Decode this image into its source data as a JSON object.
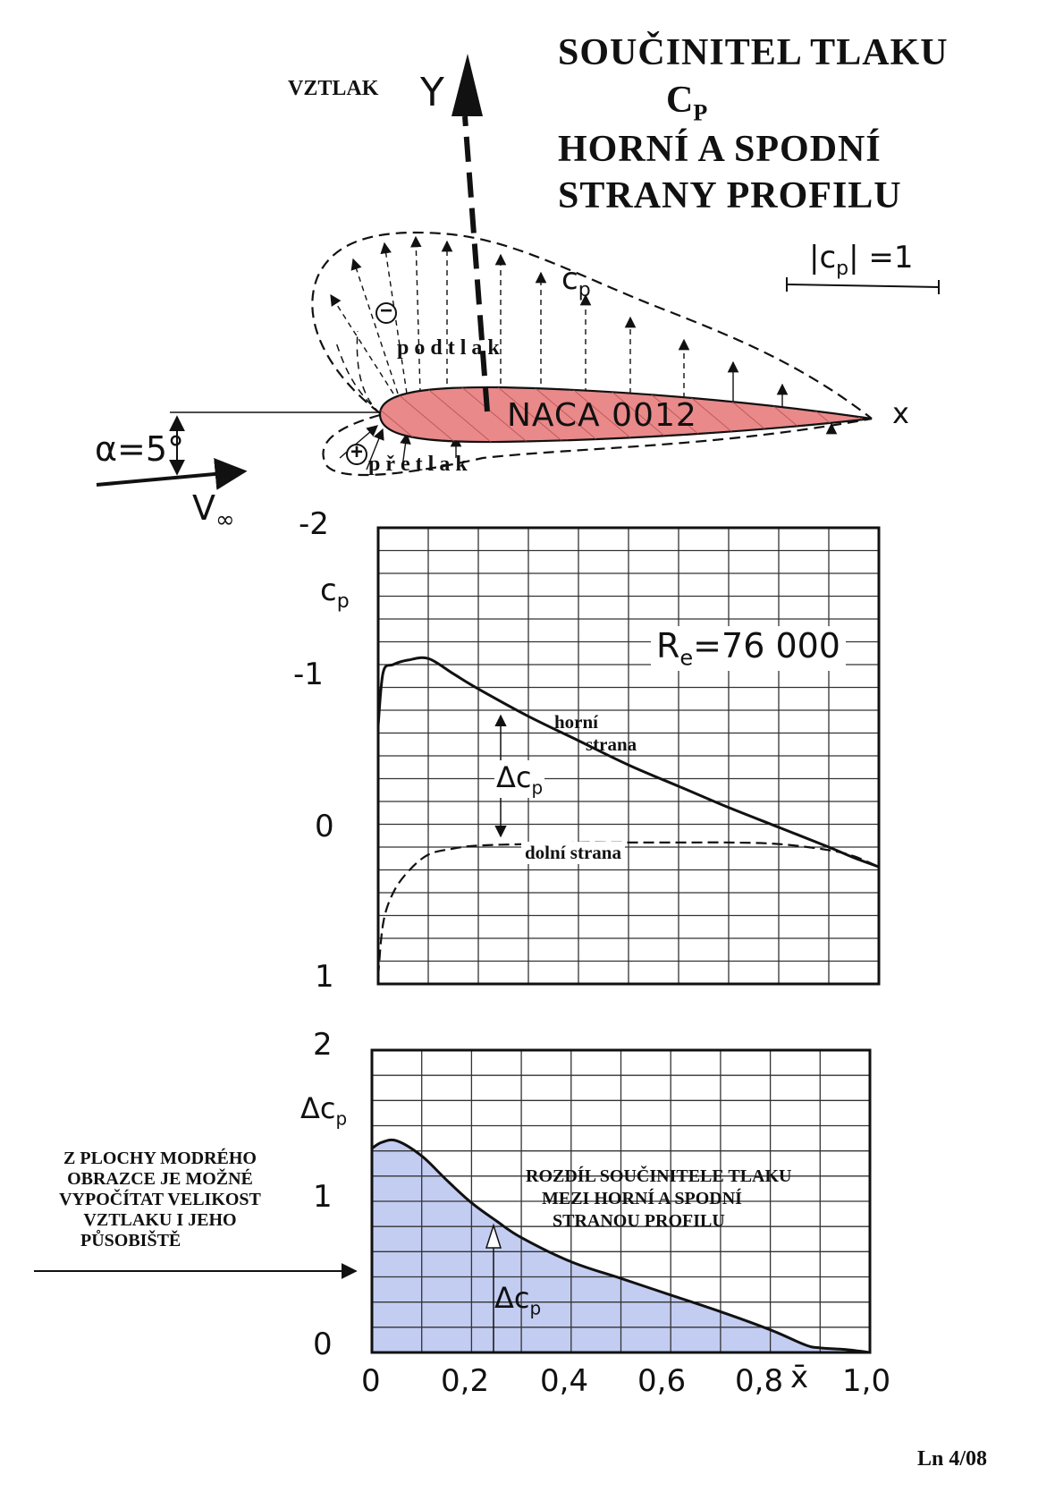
{
  "title": {
    "line1": "SOUČINITEL  TLAKU",
    "symbol": "C",
    "symbol_sub": "P",
    "line2": "HORNÍ  A  SPODNÍ",
    "line3": "STRANY  PROFILU"
  },
  "diagram": {
    "lift_label": "VZTLAK",
    "y_axis_label": "Y",
    "x_axis_label": "x",
    "cp_curve_label": "c",
    "cp_curve_sub": "p",
    "scale_label": "|c",
    "scale_sub": "p",
    "scale_suffix": "| =1",
    "minus_sign": "−",
    "plus_sign": "+",
    "suction_label": "p o d t l a k",
    "overpressure_label": "p ř e t l a k",
    "airfoil_label": "NACA 0012",
    "alpha_label": "α=5°",
    "velocity_label": "V",
    "velocity_sub": "∞",
    "colors": {
      "airfoil_fill": "#e9898a",
      "delta_fill": "#c3cdf2"
    }
  },
  "chart_data": [
    {
      "type": "line",
      "ylabel": "c",
      "ylabel_sub": "p",
      "ylim": [
        1,
        -2
      ],
      "xlim": [
        0,
        1
      ],
      "y_inverted": true,
      "yticks": [
        "-2",
        "-1",
        "0",
        "1"
      ],
      "grid": true,
      "annotation": {
        "text": "R",
        "sub": "e",
        "rest": "=76 000"
      },
      "delta_label": "Δc",
      "delta_sub": "p",
      "series": [
        {
          "name": "horní strana",
          "name_line1": "horní",
          "name_line2": "strana",
          "style": "solid",
          "x": [
            0,
            0.01,
            0.03,
            0.06,
            0.1,
            0.15,
            0.2,
            0.3,
            0.4,
            0.5,
            0.6,
            0.7,
            0.8,
            0.9,
            0.95,
            1.0
          ],
          "y": [
            -0.7,
            -1.05,
            -1.1,
            -1.13,
            -1.14,
            -1.04,
            -0.94,
            -0.76,
            -0.6,
            -0.44,
            -0.3,
            -0.16,
            -0.03,
            0.1,
            0.17,
            0.23
          ]
        },
        {
          "name": "dolní strana",
          "style": "dashed",
          "x": [
            0,
            0.01,
            0.03,
            0.06,
            0.1,
            0.15,
            0.2,
            0.3,
            0.4,
            0.5,
            0.6,
            0.7,
            0.8,
            0.9,
            0.95,
            1.0
          ],
          "y": [
            0.95,
            0.6,
            0.4,
            0.26,
            0.15,
            0.11,
            0.09,
            0.08,
            0.07,
            0.07,
            0.07,
            0.07,
            0.08,
            0.12,
            0.16,
            0.23
          ]
        }
      ]
    },
    {
      "type": "area",
      "ylabel": "Δc",
      "ylabel_sub": "p",
      "ylim": [
        0,
        2
      ],
      "xlim": [
        0,
        1
      ],
      "yticks": [
        "0",
        "1",
        "2"
      ],
      "x_label": "x̄",
      "x_ticks": [
        "0",
        "0,2",
        "0,4",
        "0,6",
        "0,8",
        "1,0"
      ],
      "grid": true,
      "delta_label": "Δc",
      "delta_sub": "p",
      "annotation_lines": [
        "ROZDÍL  SOUČINITELE TLAKU",
        "MEZI  HORNÍ  A  SPODNÍ",
        "STRANOU  PROFILU"
      ],
      "series": [
        {
          "name": "Δc",
          "x": [
            0,
            0.02,
            0.05,
            0.1,
            0.15,
            0.2,
            0.25,
            0.3,
            0.4,
            0.5,
            0.6,
            0.7,
            0.8,
            0.87,
            0.9,
            0.95,
            1.0
          ],
          "y": [
            1.35,
            1.39,
            1.4,
            1.3,
            1.14,
            0.99,
            0.87,
            0.76,
            0.6,
            0.49,
            0.38,
            0.27,
            0.15,
            0.05,
            0.03,
            0.02,
            0.0
          ]
        }
      ]
    }
  ],
  "side_note": {
    "lines": [
      "Z PLOCHY MODRÉHO",
      "OBRAZCE JE MOŽNÉ",
      "VYPOČÍTAT VELIKOST",
      "VZTLAKU I JEHO",
      "PŮSOBIŠTĚ"
    ]
  },
  "footer": {
    "page_label": "Ln 4/08"
  }
}
